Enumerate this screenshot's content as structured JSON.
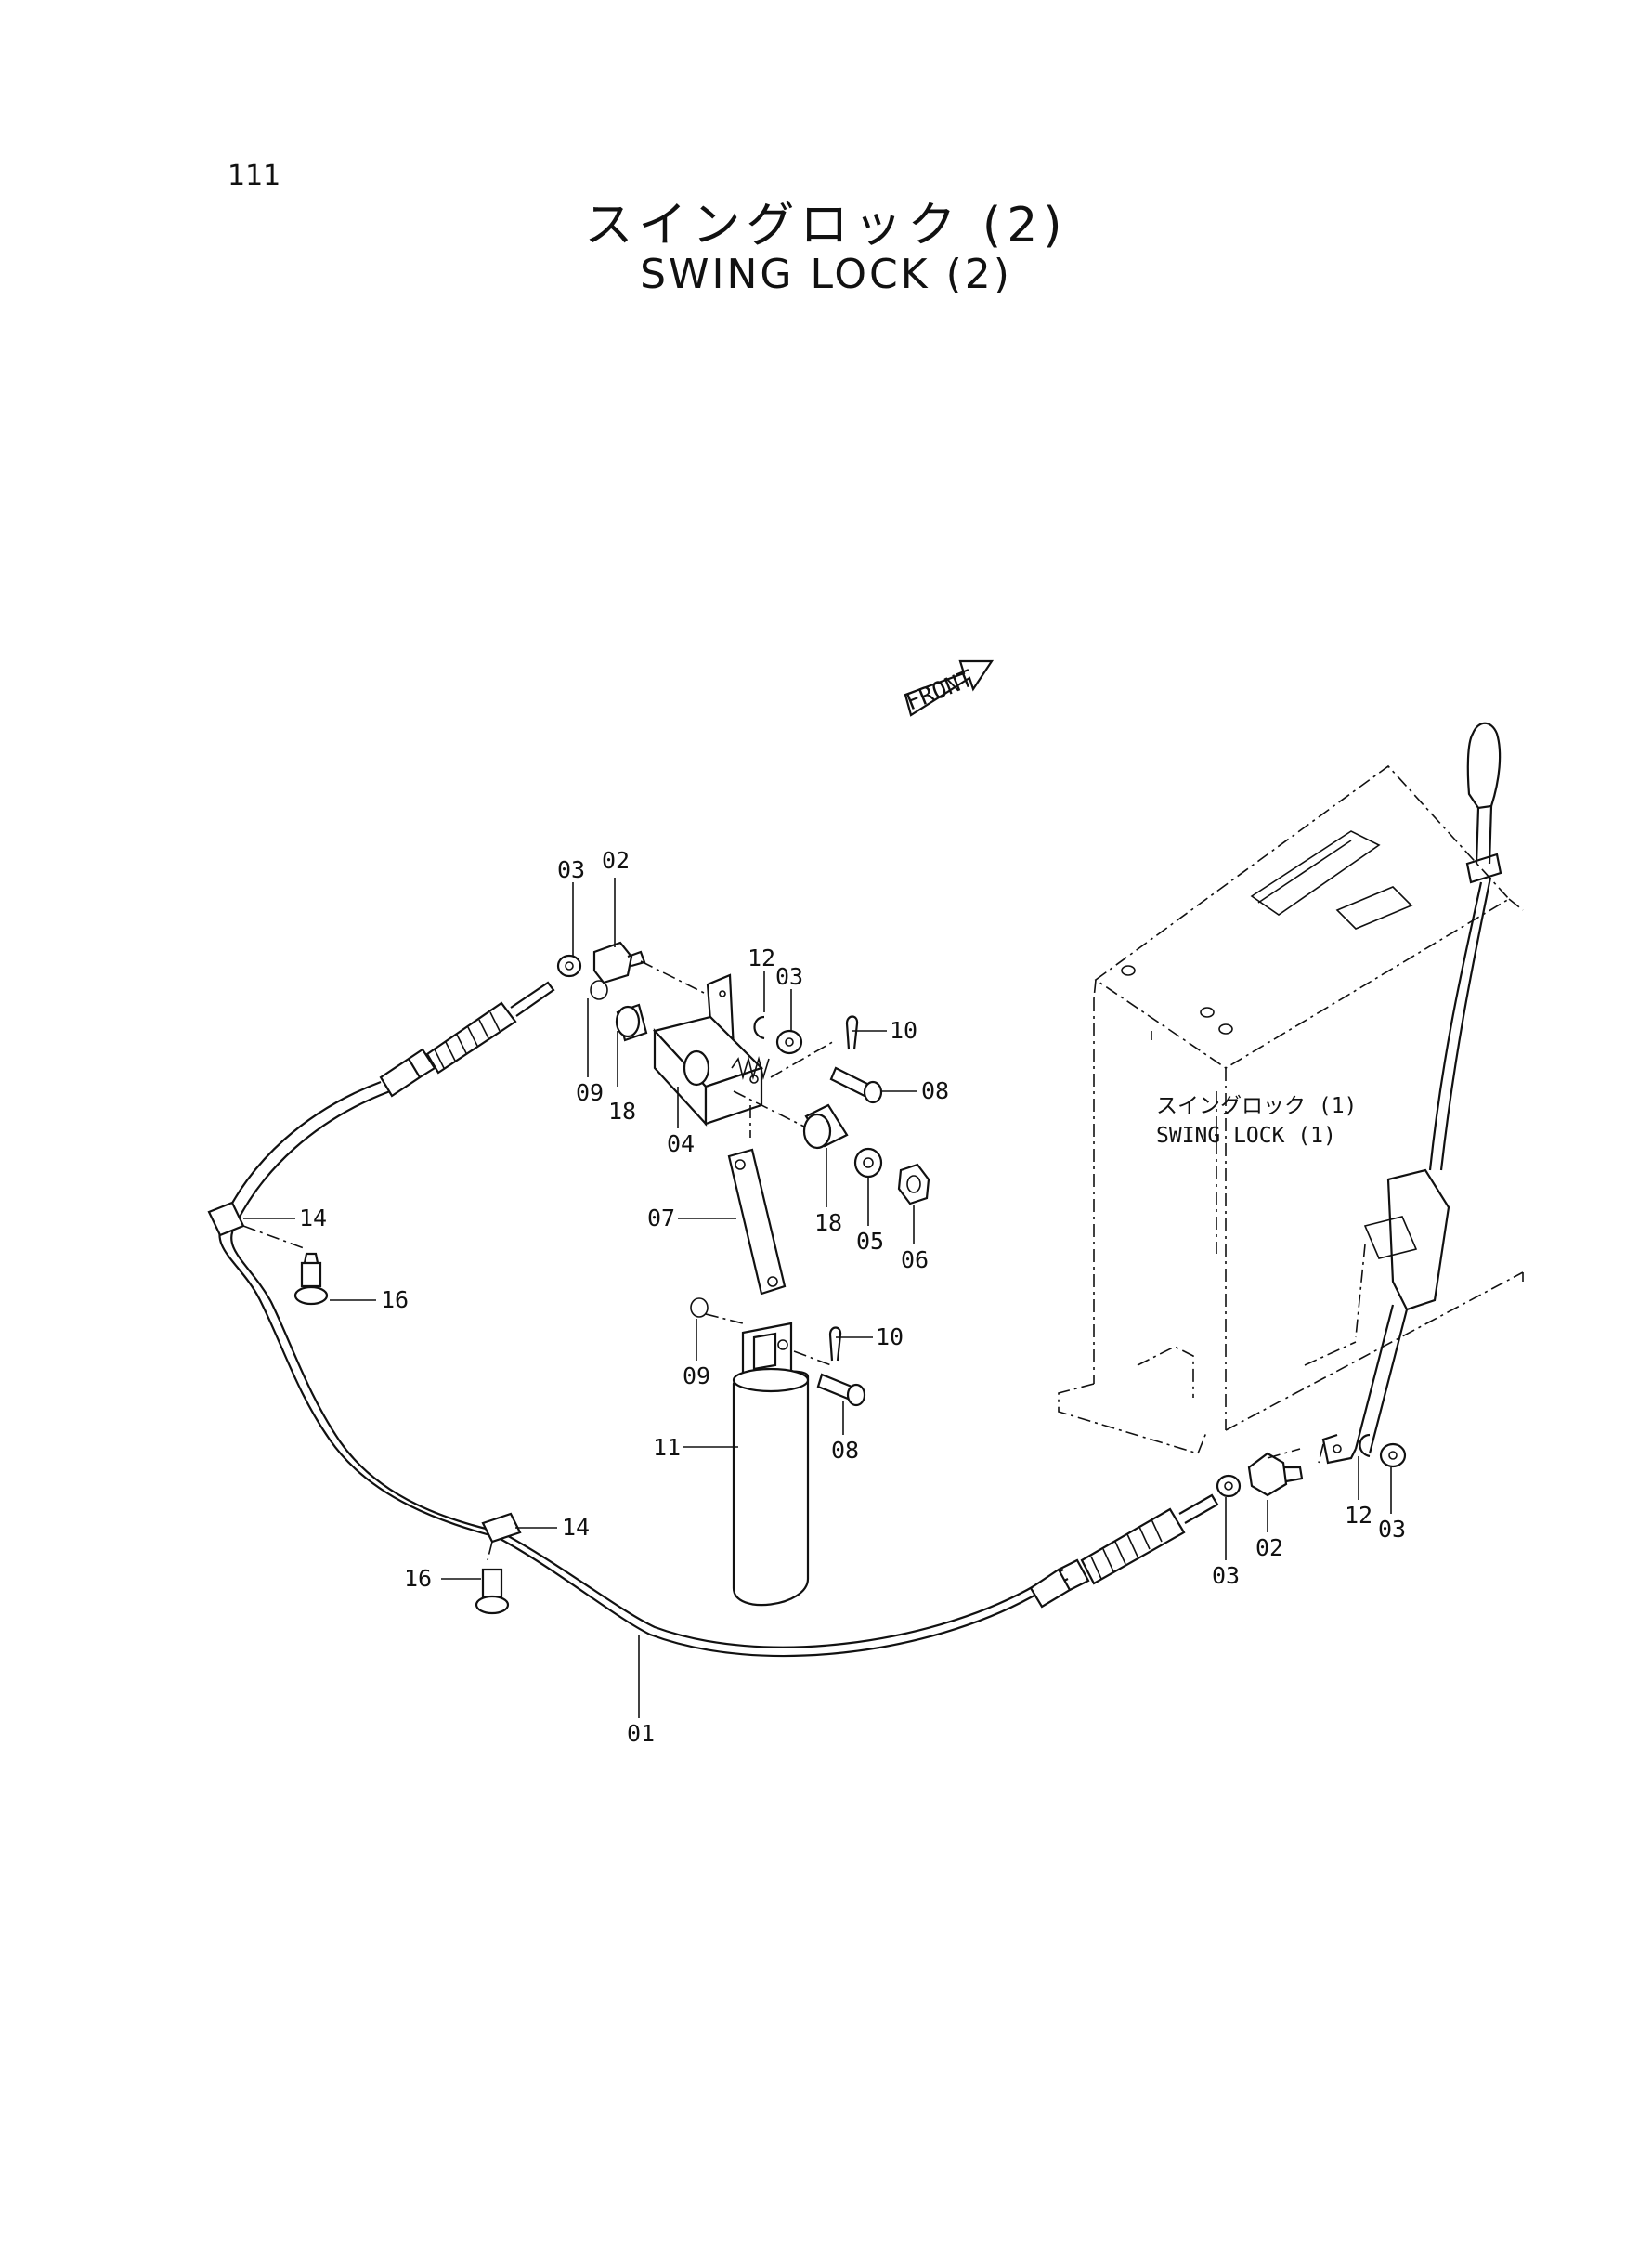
{
  "page": {
    "number": "111"
  },
  "title": {
    "jp": "スイングロック (2)",
    "en": "SWING LOCK (2)"
  },
  "front_marker": "FRONT",
  "reference": {
    "jp": "スイングロック (1)",
    "en": "SWING LOCK (1)"
  },
  "labels": {
    "l01": "01",
    "l02a": "02",
    "l02b": "02",
    "l03a": "03",
    "l03b": "03",
    "l03c": "03",
    "l03d": "03",
    "l04": "04",
    "l05": "05",
    "l06": "06",
    "l07": "07",
    "l08a": "08",
    "l08b": "08",
    "l09a": "09",
    "l09b": "09",
    "l10a": "10",
    "l10b": "10",
    "l11": "11",
    "l12a": "12",
    "l12b": "12",
    "l14a": "14",
    "l14b": "14",
    "l16a": "16",
    "l16b": "16",
    "l18a": "18",
    "l18b": "18"
  }
}
